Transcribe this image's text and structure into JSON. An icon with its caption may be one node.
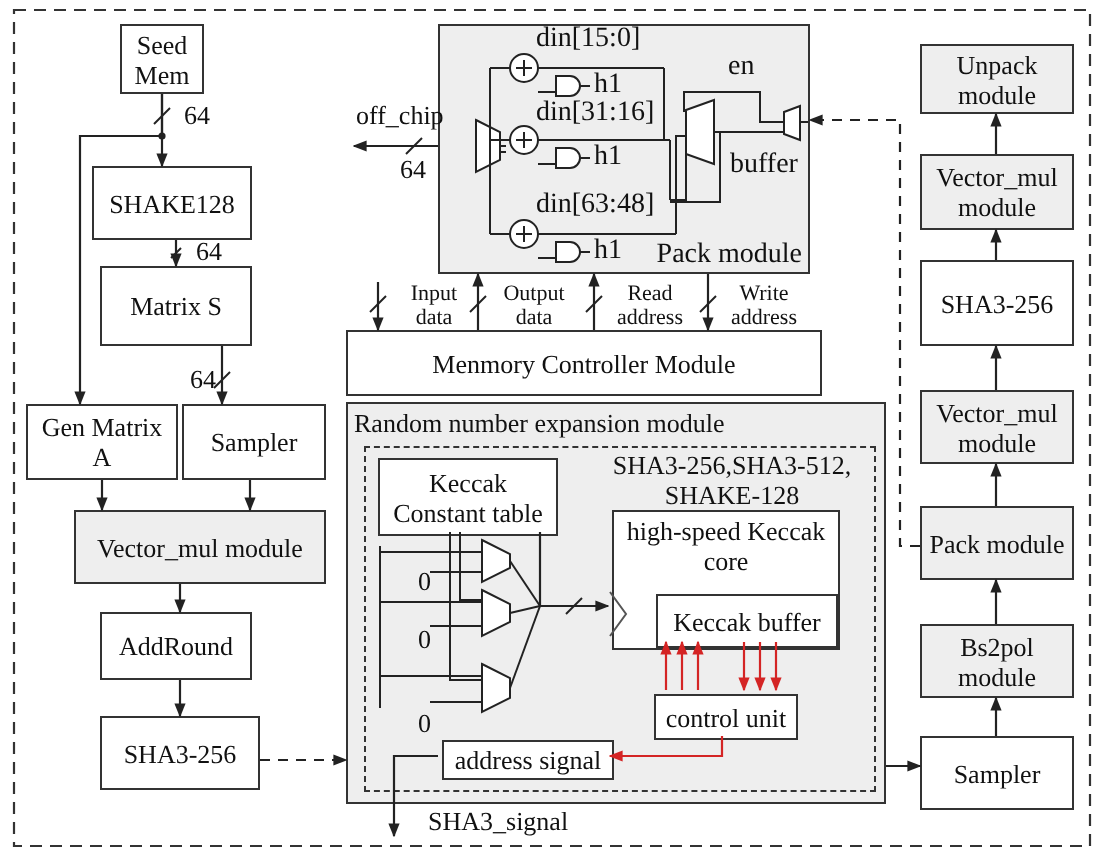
{
  "diagram": {
    "nodes": [
      {
        "text": [
          "Seed Mem"
        ]
      },
      {
        "text": [
          "SHAKE128"
        ]
      },
      {
        "text": [
          "Matrix S"
        ]
      },
      {
        "text": [
          "Gen Matrix A"
        ]
      },
      {
        "text": [
          "Sampler"
        ]
      },
      {
        "text": [
          "Vector_mul module"
        ]
      },
      {
        "text": [
          "AddRound"
        ]
      },
      {
        "text": [
          "SHA3-256"
        ]
      },
      {
        "text": [
          "Pack module"
        ]
      },
      {
        "text": [
          "Menmory Controller Module"
        ]
      },
      {
        "text": [
          "Random number expansion module"
        ]
      },
      {
        "text": [
          "SHA3-256,SHA3-512, SHAKE-128"
        ],
        "in": 10
      },
      {
        "text": [
          "Keccak Constant table"
        ],
        "in": 11
      },
      {
        "text": [
          "high-speed Keccak core"
        ],
        "in": 11
      },
      {
        "text": [
          "Keccak buffer"
        ],
        "in": 13
      },
      {
        "text": [
          "control unit"
        ],
        "in": 11
      },
      {
        "text": [
          "address signal"
        ],
        "in": 11
      },
      {
        "text": [
          "Sampler"
        ]
      },
      {
        "text": [
          "Bs2pol module"
        ]
      },
      {
        "text": [
          "Pack module"
        ]
      },
      {
        "text": [
          "Vector_mul module"
        ]
      },
      {
        "text": [
          "SHA3-256"
        ]
      },
      {
        "text": [
          "Vector_mul module"
        ]
      },
      {
        "text": [
          "Unpack module"
        ]
      }
    ],
    "edges": [
      {
        "from": 0,
        "to": 1,
        "arrow": "to",
        "label": "64"
      },
      {
        "from": 0,
        "to": 3,
        "arrow": "to"
      },
      {
        "from": 1,
        "to": 2,
        "arrow": "to",
        "label": "64"
      },
      {
        "from": 2,
        "to": 4,
        "arrow": "to",
        "label": "64"
      },
      {
        "from": 3,
        "to": 5,
        "arrow": "to"
      },
      {
        "from": 4,
        "to": 5,
        "arrow": "to"
      },
      {
        "from": 5,
        "to": 6,
        "arrow": "to"
      },
      {
        "from": 6,
        "to": 7,
        "arrow": "to"
      },
      {
        "from": 7,
        "to": 10,
        "arrow": "to",
        "style": "dashed"
      },
      {
        "from": 8,
        "to": null,
        "arrow": "to",
        "label": "off_chip"
      },
      {
        "from": null,
        "to": 9,
        "arrow": "to",
        "label": "Input data"
      },
      {
        "from": 9,
        "to": 8,
        "arrow": "to",
        "label": "Output data"
      },
      {
        "from": 9,
        "to": 8,
        "arrow": "to",
        "label": "Read address"
      },
      {
        "from": 8,
        "to": 9,
        "arrow": "to",
        "label": "Write address"
      },
      {
        "from": 12,
        "to": 13,
        "arrow": "to"
      },
      {
        "from": 15,
        "to": 14,
        "arrow": "to",
        "color": "#d42424"
      },
      {
        "from": 15,
        "to": 14,
        "arrow": "to",
        "color": "#d42424"
      },
      {
        "from": 15,
        "to": 14,
        "arrow": "to",
        "color": "#d42424"
      },
      {
        "from": 14,
        "to": 15,
        "arrow": "to",
        "color": "#d42424"
      },
      {
        "from": 14,
        "to": 15,
        "arrow": "to",
        "color": "#d42424"
      },
      {
        "from": 14,
        "to": 15,
        "arrow": "to",
        "color": "#d42424"
      },
      {
        "from": 15,
        "to": 16,
        "arrow": "to",
        "color": "#d42424"
      },
      {
        "from": 16,
        "to": null,
        "arrow": "to",
        "label": "SHA3_signal"
      },
      {
        "from": 10,
        "to": 17,
        "arrow": "to"
      },
      {
        "from": 17,
        "to": 18,
        "arrow": "to"
      },
      {
        "from": 18,
        "to": 19,
        "arrow": "to"
      },
      {
        "from": 19,
        "to": 20,
        "arrow": "to"
      },
      {
        "from": 20,
        "to": 21,
        "arrow": "to"
      },
      {
        "from": 21,
        "to": 22,
        "arrow": "to"
      },
      {
        "from": 22,
        "to": 23,
        "arrow": "to"
      },
      {
        "from": 19,
        "to": 8,
        "arrow": "to",
        "style": "dashed"
      }
    ],
    "labels": [
      "din[15:0]",
      "h1",
      "en",
      "din[31:16]",
      "64",
      "h1",
      "buffer",
      "din[63:48]",
      "h1",
      "0",
      "0",
      "0"
    ]
  }
}
